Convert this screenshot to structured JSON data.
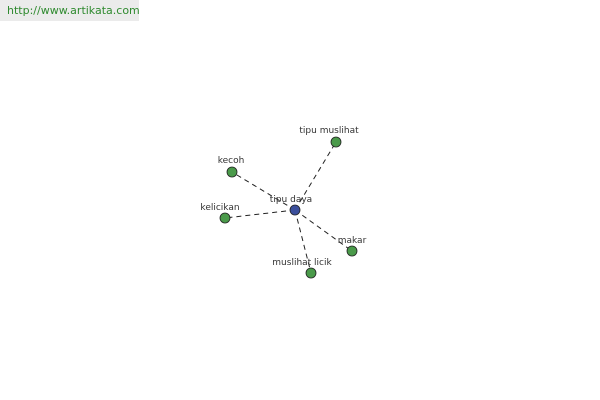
{
  "source": {
    "url": "http://www.artikata.com"
  },
  "graph": {
    "center": {
      "label": "tipu daya",
      "color": "#3b4f9c"
    },
    "leaf_color": "#4a9a4a",
    "nodes": [
      {
        "label": "tipu muslihat"
      },
      {
        "label": "kecoh"
      },
      {
        "label": "kelicikan"
      },
      {
        "label": "makar"
      },
      {
        "label": "muslihat licik"
      }
    ]
  }
}
